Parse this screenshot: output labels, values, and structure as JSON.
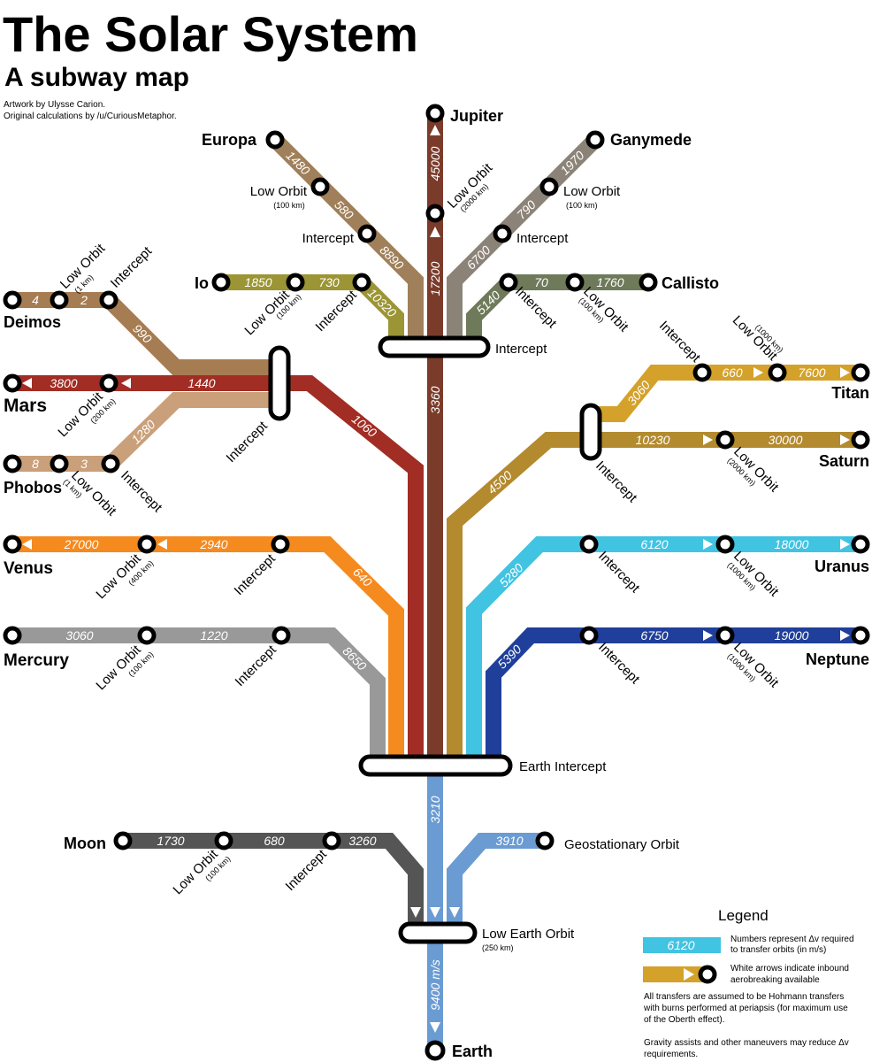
{
  "title": "The Solar System",
  "subtitle": "A subway map",
  "credits": [
    "Artwork by Ulysse Carion.",
    "Original calculations by /u/CuriousMetaphor."
  ],
  "common": {
    "low_orbit": "Low Orbit",
    "intercept": "Intercept"
  },
  "stations": {
    "jupiter": "Jupiter",
    "europa": "Europa",
    "ganymede": "Ganymede",
    "io": "Io",
    "callisto": "Callisto",
    "deimos": "Deimos",
    "mars": "Mars",
    "phobos": "Phobos",
    "venus": "Venus",
    "mercury": "Mercury",
    "titan": "Titan",
    "saturn": "Saturn",
    "uranus": "Uranus",
    "neptune": "Neptune",
    "earth_intercept": "Earth Intercept",
    "moon": "Moon",
    "geostationary": "Geostationary Orbit",
    "leo": "Low Earth Orbit",
    "earth": "Earth"
  },
  "altitudes": {
    "jupiter": "(2000 km)",
    "europa": "(100 km)",
    "ganymede": "(100 km)",
    "io": "(100 km)",
    "callisto": "(100 km)",
    "deimos": "(1 km)",
    "mars": "(200 km)",
    "phobos": "(1 km)",
    "venus": "(400 km)",
    "mercury": "(100 km)",
    "titan": "(1000 km)",
    "saturn": "(2000 km)",
    "uranus": "(1000 km)",
    "neptune": "(1000 km)",
    "moon": "(100 km)",
    "leo": "(250 km)"
  },
  "dv": {
    "jupiter": [
      "45000",
      "17200",
      "3360"
    ],
    "europa": [
      "1480",
      "580",
      "8890"
    ],
    "ganymede": [
      "1970",
      "790",
      "6700"
    ],
    "io": [
      "1850",
      "730",
      "10320"
    ],
    "callisto": [
      "1760",
      "70",
      "5140"
    ],
    "deimos": [
      "4",
      "2",
      "990"
    ],
    "mars": [
      "3800",
      "1440",
      "1060"
    ],
    "phobos": [
      "8",
      "3",
      "1280"
    ],
    "venus": [
      "27000",
      "2940",
      "640"
    ],
    "mercury": [
      "3060",
      "1220",
      "8650"
    ],
    "titan": [
      "7600",
      "660",
      "3060"
    ],
    "saturn": [
      "30000",
      "10230",
      "4500"
    ],
    "uranus": [
      "18000",
      "6120",
      "5280"
    ],
    "neptune": [
      "19000",
      "6750",
      "5390"
    ],
    "earth": [
      "3210",
      "9400 m/s"
    ],
    "moon": [
      "1730",
      "680",
      "3260"
    ],
    "geostationary": [
      "3910"
    ]
  },
  "legend": {
    "title": "Legend",
    "sample_value": "6120",
    "numbers_note": [
      "Numbers represent Δv required",
      "to transfer orbits (in m/s)"
    ],
    "arrows_note": [
      "White arrows indicate inbound",
      "aerobreaking available"
    ],
    "hohmann_note": [
      "All transfers are assumed to be Hohmann transfers",
      "with burns performed at periapsis (for maximum use",
      "of the Oberth effect)."
    ],
    "gravity_note": [
      "Gravity assists and other maneuvers may reduce Δv",
      "requirements."
    ]
  }
}
